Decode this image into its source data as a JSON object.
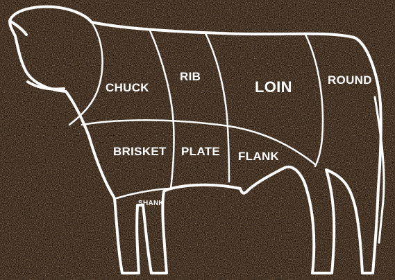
{
  "colors": {
    "background": "#2a1c12",
    "texture": "#6b4a2c",
    "outline": "#ffffff",
    "label": "#ffffff"
  },
  "cuts": {
    "chuck": "CHUCK",
    "rib": "RIB",
    "loin": "LOIN",
    "round": "ROUND",
    "brisket": "BRISKET",
    "plate": "PLATE",
    "flank": "FLANK",
    "shank": "SHANK"
  }
}
